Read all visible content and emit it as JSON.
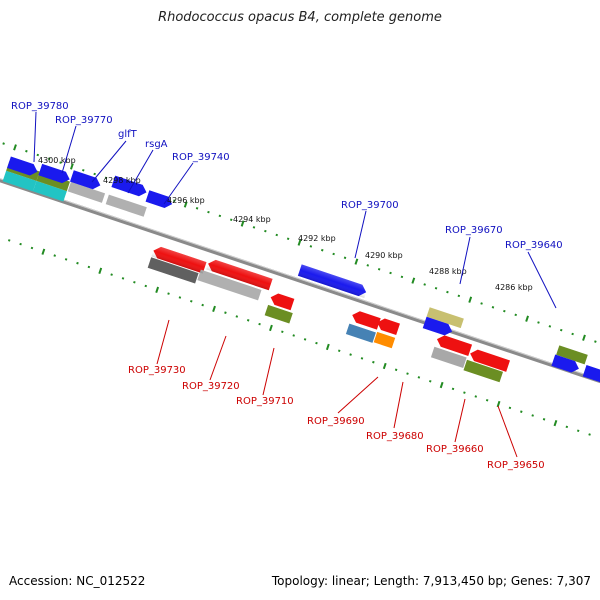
{
  "title": "Rhodococcus opacus B4, complete genome",
  "footer": {
    "accession": "Accession: NC_012522",
    "stats": "Topology: linear; Length: 7,913,450 bp; Genes: 7,307"
  },
  "colors": {
    "forward_label": "#1010c0",
    "reverse_label": "#cc0000",
    "tick_green": "#228b22",
    "backbone": "#888888"
  },
  "kbp_marks": [
    {
      "label": "4300 kbp"
    },
    {
      "label": "4298 kbp"
    },
    {
      "label": "4296 kbp"
    },
    {
      "label": "4294 kbp"
    },
    {
      "label": "4292 kbp"
    },
    {
      "label": "4290 kbp"
    },
    {
      "label": "4288 kbp"
    },
    {
      "label": "4286 kbp"
    }
  ],
  "forward_labels": [
    {
      "label": "ROP_39780"
    },
    {
      "label": "ROP_39770"
    },
    {
      "label": "glfT"
    },
    {
      "label": "rsgA"
    },
    {
      "label": "ROP_39740"
    },
    {
      "label": "ROP_39700"
    },
    {
      "label": "ROP_39670"
    },
    {
      "label": "ROP_39640"
    }
  ],
  "reverse_labels": [
    {
      "label": "ROP_39730"
    },
    {
      "label": "ROP_39720"
    },
    {
      "label": "ROP_39710"
    },
    {
      "label": "ROP_39690"
    },
    {
      "label": "ROP_39680"
    },
    {
      "label": "ROP_39660"
    },
    {
      "label": "ROP_39650"
    }
  ],
  "forward_gene_colors": [
    "#1a1aee",
    "#1a1aee",
    "#1a1aee",
    "#1a1aee",
    "#1a1aee",
    "#1a1aee",
    "#1a1aee",
    "#1a1aee",
    "#1a1aee",
    "#1a1aee",
    "#1a1aee"
  ],
  "forward_feature_colors": [
    "#22c4c4",
    "#22c4c4",
    "#6b8e23",
    "#6b8e23",
    "#b0b0b0",
    "#b0b0b0",
    "#c8c070",
    "#6b8e23"
  ],
  "reverse_gene_colors": [
    "#ee1111",
    "#ee1111",
    "#ee1111",
    "#ee1111",
    "#ee1111",
    "#ee1111",
    "#ee1111",
    "#ee1111"
  ],
  "reverse_feature_colors": [
    "#606060",
    "#b0b0b0",
    "#6b8e23",
    "#4682b4",
    "#ff8c00",
    "#a8a8a8",
    "#6b8e23"
  ]
}
